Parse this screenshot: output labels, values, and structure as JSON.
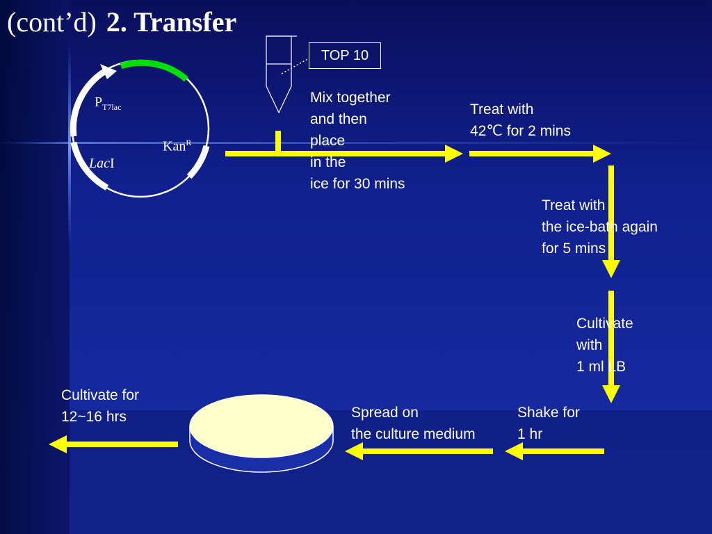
{
  "title": {
    "part1": "(cont’d)",
    "part2": "2. Transfer"
  },
  "tube_label": "TOP 10",
  "plasmid": {
    "promoter": {
      "main": "P",
      "sub": "T7lac"
    },
    "resistance": {
      "main": "Kan",
      "sup": "R"
    },
    "repressor": {
      "italic": "Lac",
      "rest": "I"
    }
  },
  "steps": [
    {
      "lines": [
        "Mix together",
        "and then",
        "place",
        "in the",
        "ice for 30 mins"
      ]
    },
    {
      "lines": [
        "Treat with",
        "42℃ for 2 mins"
      ]
    },
    {
      "lines": [
        "Treat with",
        "the ice-bath again",
        "for 5 mins"
      ]
    },
    {
      "lines": [
        "Cultivate",
        "with",
        "1 ml LB"
      ]
    },
    {
      "lines": [
        "Shake for",
        "1 hr"
      ]
    },
    {
      "lines": [
        "Spread on",
        "the culture medium"
      ]
    },
    {
      "lines": [
        "Cultivate for",
        "12~16 hrs"
      ]
    }
  ],
  "colors": {
    "background": "#1a2ea8",
    "background_dark": "#0a0f5c",
    "arrow": "#ffff00",
    "gene_marker": "#00e000",
    "plate": "#ffffcc",
    "text": "#ffffff"
  }
}
